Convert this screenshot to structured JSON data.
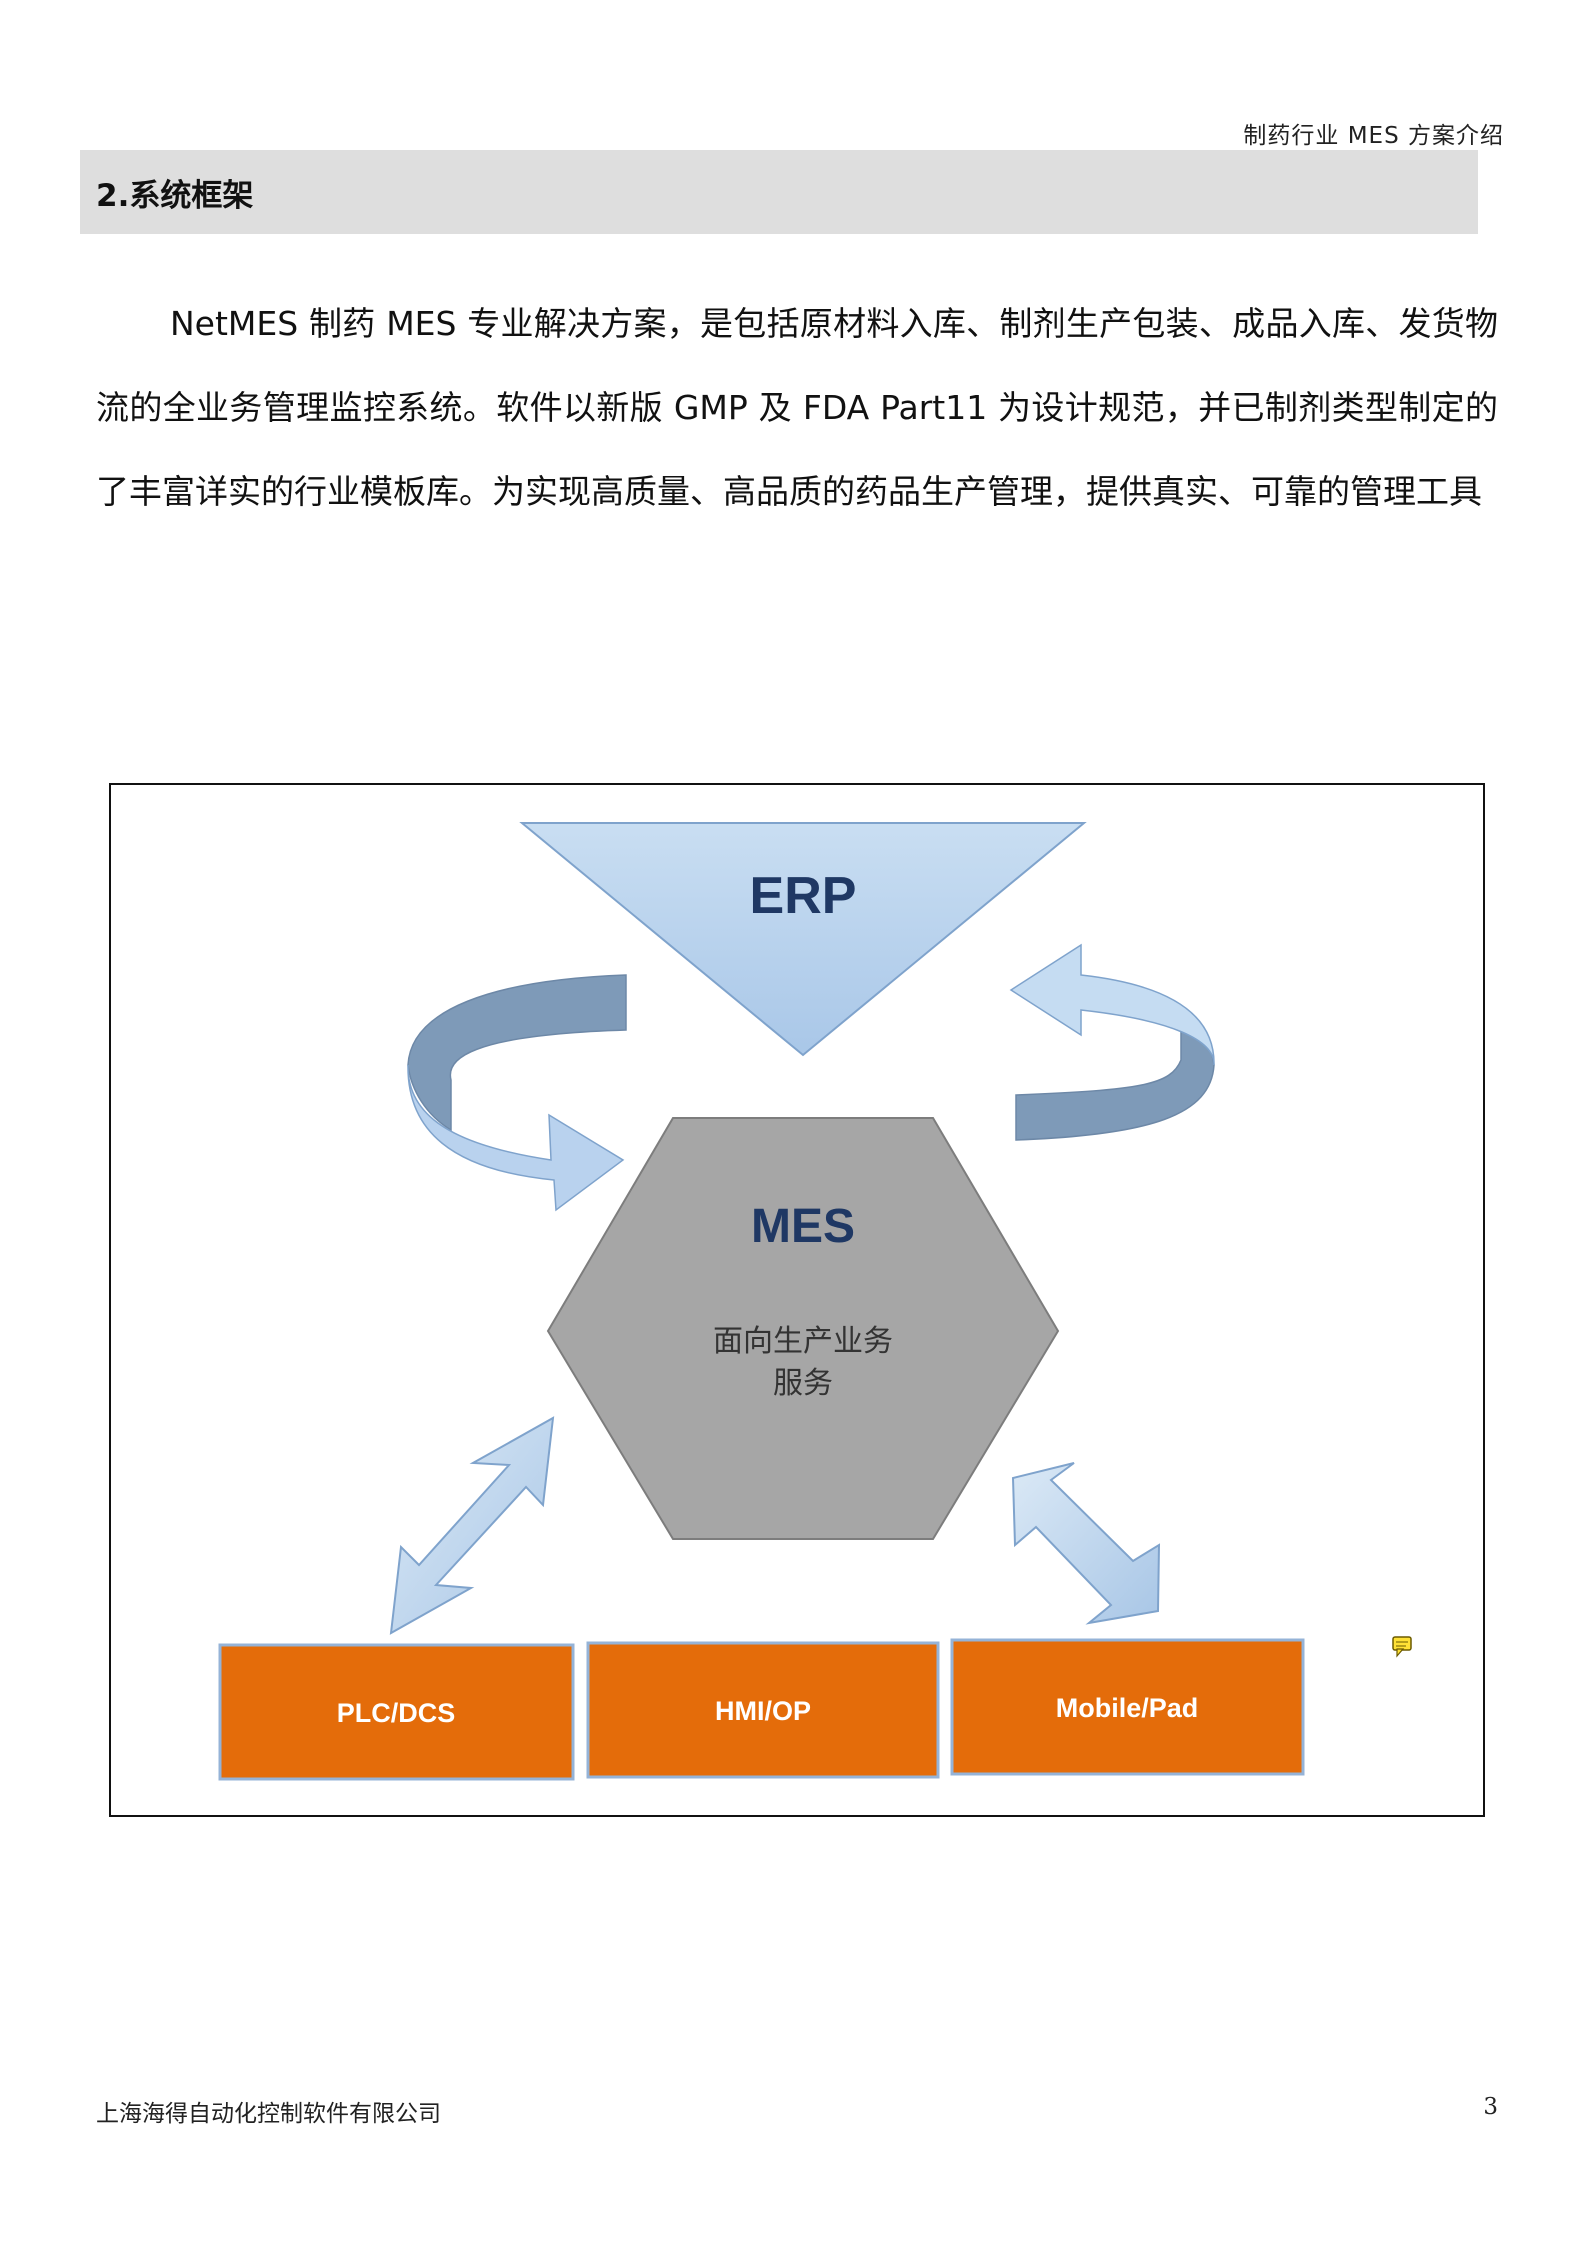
{
  "header": {
    "note": "制药行业 MES 方案介绍"
  },
  "section": {
    "title": "2.系统框架"
  },
  "intro": {
    "text": "NetMES 制药 MES 专业解决方案，是包括原材料入库、制剂生产包装、成品入库、发货物流的全业务管理监控系统。软件以新版 GMP 及 FDA Part11 为设计规范，并已制剂类型制定的了丰富详实的行业模板库。为实现高质量、高品质的药品生产管理，提供真实、可靠的管理工具"
  },
  "diagram": {
    "erp_label": "ERP",
    "mes_label": "MES",
    "mes_desc_line1": "面向生产业务",
    "mes_desc_line2": "服务",
    "devices": [
      "PLC/DCS",
      "HMI/OP",
      "Mobile/Pad"
    ],
    "colors": {
      "triangle": "#b8d3ee",
      "hexagon": "#a6a6a6",
      "device_box": "#e46c0a",
      "label_dark": "#1f3864",
      "arrow_light": "#c5dcf2",
      "arrow_dark": "#7e9ab8"
    },
    "comment_icon": "comment-icon"
  },
  "footer": {
    "company": "上海海得自动化控制软件有限公司",
    "page_number": "3"
  }
}
